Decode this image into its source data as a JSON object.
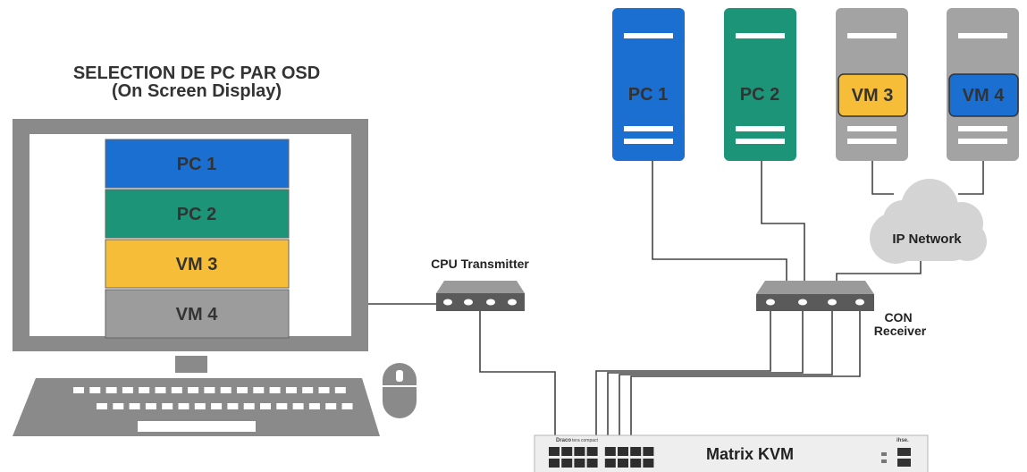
{
  "title": {
    "line1": "SELECTION DE PC PAR  OSD",
    "line2": "(On Screen Display)"
  },
  "osd_menu": [
    {
      "label": "PC 1",
      "color": "#1a6fd1"
    },
    {
      "label": "PC 2",
      "color": "#1c9478"
    },
    {
      "label": "VM 3",
      "color": "#f6bd38"
    },
    {
      "label": "VM 4",
      "color": "#9c9c9c"
    }
  ],
  "servers": [
    {
      "label": "PC 1",
      "color": "#1a6fd1"
    },
    {
      "label": "PC 2",
      "color": "#1c9478"
    },
    {
      "label": "VM 3",
      "color": "#a3a3a3",
      "badge_color": "#f6bd38"
    },
    {
      "label": "VM 4",
      "color": "#a3a3a3",
      "badge_color": "#1a6fd1"
    }
  ],
  "labels": {
    "cpu_transmitter": "CPU Transmitter",
    "con_receiver_1": "CON",
    "con_receiver_2": "Receiver",
    "ip_network": "IP Network",
    "matrix": "Matrix KVM",
    "brand": "Draco",
    "brand_sub": "tera compact",
    "logo": "ihse."
  },
  "colors": {
    "device_gray": "#8a8a8a",
    "dark_gray": "#555555",
    "light_gray": "#d4d4d4",
    "wire": "#444444"
  }
}
